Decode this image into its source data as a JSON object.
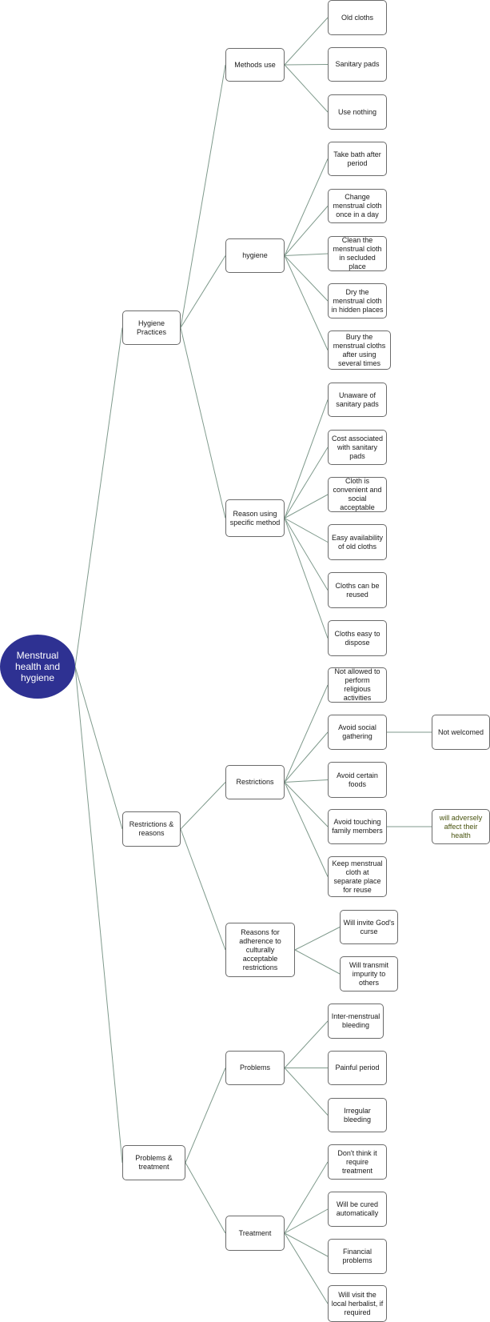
{
  "colors": {
    "root_fill": "#2e3192",
    "connector": "#7f9a8c",
    "node_border": "#6b6b6b",
    "olive_text": "#4a5410"
  },
  "nodes": {
    "root": "Menstrual health and hygiene",
    "hygiene_practices": "Hygiene Practices",
    "methods_use": "Methods use",
    "old_cloths": "Old cloths",
    "sanitary_pads": "Sanitary pads",
    "use_nothing": "Use nothing",
    "hygiene": "hygiene",
    "take_bath": "Take bath after period",
    "change_cloth": "Change menstrual cloth once in a day",
    "clean_cloth": "Clean the menstrual cloth in secluded place",
    "dry_cloth": "Dry the menstrual cloth in hidden places",
    "bury_cloths": "Bury the menstrual cloths after using several times",
    "reason_method": "Reason using specific method",
    "unaware_pads": "Unaware of sanitary pads",
    "cost_pads": "Cost associated with sanitary pads",
    "cloth_convenient": "Cloth is convenient and social acceptable",
    "easy_availability": "Easy availability of old cloths",
    "cloths_reused": "Cloths can be reused",
    "cloths_dispose": "Cloths easy to dispose",
    "restrictions_reasons": "Restrictions & reasons",
    "restrictions": "Restrictions",
    "not_allowed_religious": "Not allowed to perform religious activities",
    "avoid_social": "Avoid social gathering",
    "not_welcomed": "Not welcomed",
    "avoid_foods": "Avoid certain foods",
    "avoid_touching": "Avoid touching family members",
    "adversely_affect": "will adversely affect their health",
    "keep_cloth": "Keep menstrual cloth at separate place for reuse",
    "reasons_adherence": "Reasons for adherence to culturally acceptable restrictions",
    "gods_curse": "Will invite God's curse",
    "transmit_impurity": "Will transmit impurity to others",
    "problems_treatment": "Problems & treatment",
    "problems": "Problems",
    "intermenstrual": "Inter-menstrual bleeding",
    "painful_period": "Painful period",
    "irregular_bleeding": "Irregular bleeding",
    "treatment": "Treatment",
    "dont_think": "Don't think it require treatment",
    "cured_auto": "Will be cured automatically",
    "financial": "Financial problems",
    "visit_herbalist": "Will visit the local herbalist, if required"
  }
}
